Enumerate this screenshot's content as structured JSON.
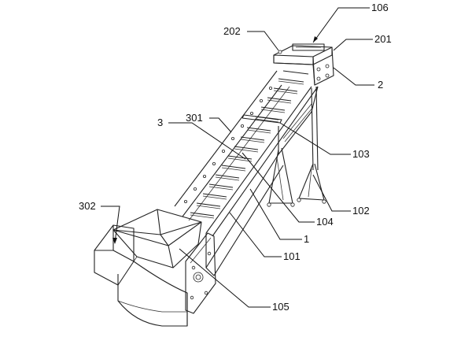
{
  "labels": {
    "l106": "106",
    "l202": "202",
    "l201": "201",
    "l2": "2",
    "l3": "3",
    "l301": "301",
    "l103": "103",
    "l302": "302",
    "l102": "102",
    "l104": "104",
    "l1": "1",
    "l101": "101",
    "l105": "105"
  },
  "colors": {
    "line": "#222222",
    "background": "#ffffff"
  }
}
